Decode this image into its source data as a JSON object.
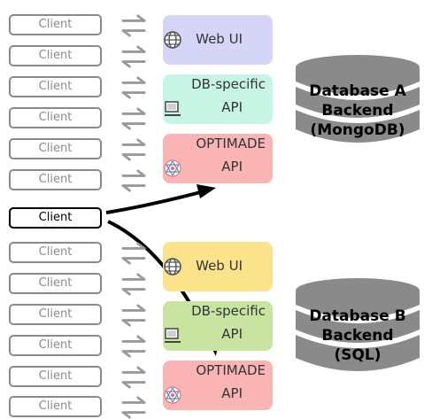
{
  "client_label": "Client",
  "group_a": {
    "web_ui": "Web UI",
    "db_api_line1": "DB-specific",
    "db_api_line2": "API",
    "optimade_line1": "OPTIMADE",
    "optimade_line2": "API",
    "backend_line1": "Database A",
    "backend_line2": "Backend",
    "backend_line3": "(MongoDB)"
  },
  "group_b": {
    "web_ui": "Web UI",
    "db_api_line1": "DB-specific",
    "db_api_line2": "API",
    "optimade_line1": "OPTIMADE",
    "optimade_line2": "API",
    "backend_line1": "Database B",
    "backend_line2": "Backend",
    "backend_line3": "(SQL)"
  },
  "colors": {
    "web_ui_a": "#d5d5f7",
    "db_api_a": "#c7f5e3",
    "optimade": "#fbb4b4",
    "web_ui_b": "#fbe38c",
    "db_api_b": "#c9e4a1",
    "cylinder": "#8a8a8a"
  },
  "icons": [
    "globe-icon",
    "terminal-icon",
    "optimade-logo-icon",
    "swap-arrows-icon"
  ]
}
